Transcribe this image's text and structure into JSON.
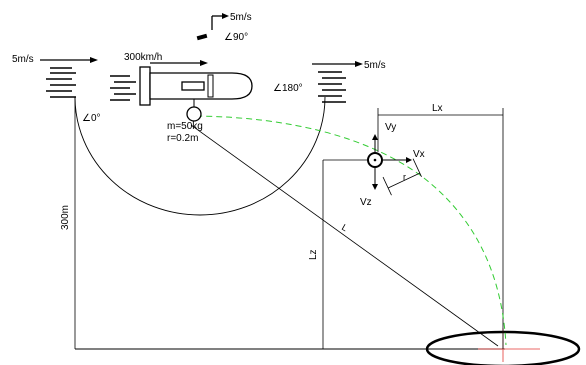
{
  "wind": {
    "left": "5m/s",
    "right": "5m/s",
    "top": "5m/s"
  },
  "angles": {
    "a0": "∠0°",
    "a90": "∠90°",
    "a180": "∠180°"
  },
  "aircraft": {
    "speed": "300km/h"
  },
  "payload": {
    "mass": "m=50kg",
    "radius": "r=0.2m"
  },
  "velocity": {
    "vx": "Vx",
    "vy": "Vy",
    "vz": "Vz"
  },
  "dimensions": {
    "height": "300m",
    "lx": "Lx",
    "lz": "Lz",
    "l": "L",
    "r_small": "r"
  },
  "colors": {
    "line": "#000000",
    "trajectory": "#33cc33",
    "target_cross": "#e53935"
  }
}
